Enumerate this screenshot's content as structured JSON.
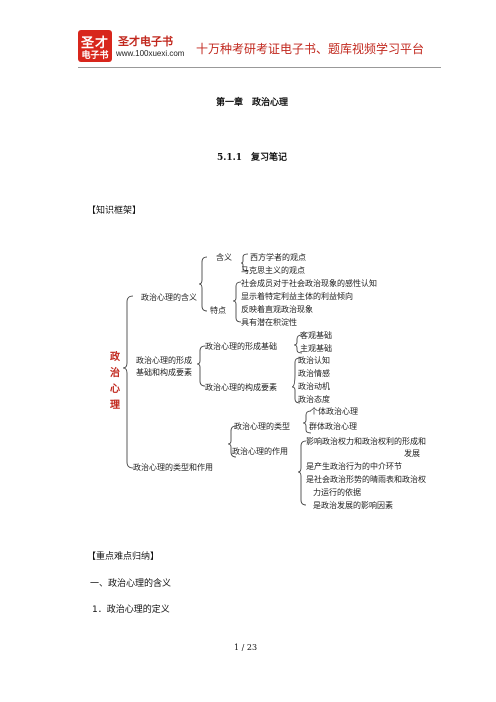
{
  "header": {
    "logo_line1": "圣才",
    "logo_line2": "电子书",
    "brand_name": "圣才电子书",
    "brand_url": "www.100xuexi.com",
    "slogan": "十万种考研考证电子书、题库视频学习平台"
  },
  "document": {
    "chapter_title": "第一章　政治心理",
    "section_title": "5.1.1　复习笔记",
    "framework_heading": "【知识框架】",
    "root_chars": [
      "政",
      "治",
      "心",
      "理"
    ],
    "tree": {
      "n1": "政治心理的含义",
      "n1_a": "含义",
      "n1_a1": "西方学者的观点",
      "n1_a2": "马克思主义的观点",
      "n1_b": "特点",
      "n1_b1": "社会成员对于社会政治现象的感性认知",
      "n1_b2": "显示着特定利益主体的利益倾向",
      "n1_b3": "反映着直观政治现象",
      "n1_b4": "具有潜在积淀性",
      "n2_line1": "政治心理的形成",
      "n2_line2": "基础和构成要素",
      "n2_a": "政治心理的形成基础",
      "n2_a1": "客观基础",
      "n2_a2": "主观基础",
      "n2_b": "政治心理的构成要素",
      "n2_b1": "政治认知",
      "n2_b2": "政治情感",
      "n2_b3": "政治动机",
      "n2_b4": "政治态度",
      "n3": "政治心理的类型和作用",
      "n3_a": "政治心理的类型",
      "n3_a1": "个体政治心理",
      "n3_a2": "群体政治心理",
      "n3_b": "政治心理的作用",
      "n3_b1_line1": "影响政治权力和政治权利的形成和",
      "n3_b1_line2": "发展",
      "n3_b2": "是产生政治行为的中介环节",
      "n3_b3_line1": "是社会政治形势的晴雨表和政治权",
      "n3_b3_line2": "力运行的依据",
      "n3_b4": "是政治发展的影响因素"
    },
    "focus_heading": "【重点难点归纳】",
    "heading_1": "一、政治心理的含义",
    "heading_2": "1．政治心理的定义",
    "page_number": "1 / 23"
  }
}
